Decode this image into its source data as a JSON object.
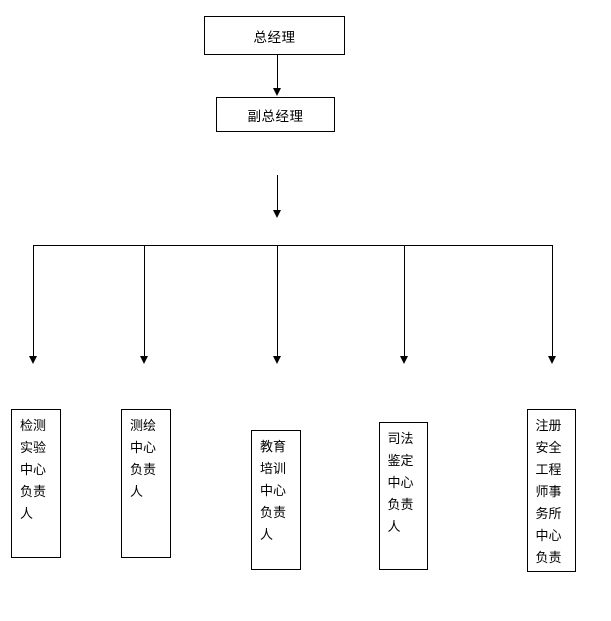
{
  "diagram": {
    "type": "org-chart",
    "title": "",
    "background_color": "#ffffff",
    "line_color": "#000000",
    "text_color": "#000000",
    "nodes": {
      "general_manager": {
        "label": "总经理",
        "level": 1,
        "orientation": "horizontal"
      },
      "deputy_general_manager": {
        "label": "副总经理",
        "level": 2,
        "orientation": "horizontal"
      },
      "departments": [
        {
          "label": "检测实验中心负责人",
          "orientation": "vertical",
          "level": 3
        },
        {
          "label": "测绘中心负责人",
          "orientation": "vertical",
          "level": 3
        },
        {
          "label": "教育培训中心负责人",
          "orientation": "vertical",
          "level": 3
        },
        {
          "label": "司法鉴定中心负责人",
          "orientation": "vertical",
          "level": 3
        },
        {
          "label": "注册安全工程师事务所中心负责",
          "orientation": "vertical",
          "level": 3
        }
      ]
    },
    "connectors": {
      "gm_to_deputy": "arrow-down",
      "deputy_to_bus": "arrow-down",
      "bus_to_departments": "arrow-down",
      "bus_style": "horizontal-bracket"
    }
  }
}
